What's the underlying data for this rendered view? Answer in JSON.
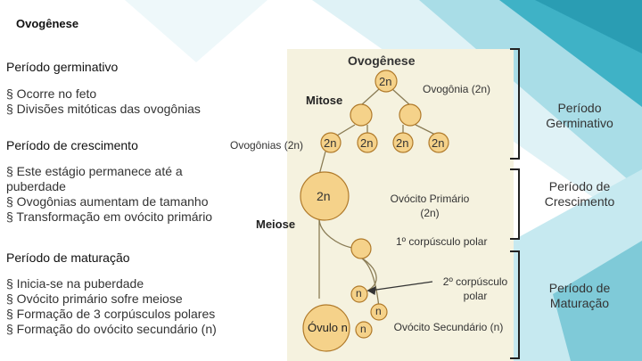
{
  "slide_title": "Ovogênese",
  "sections": {
    "germinativo": {
      "heading": "Período germinativo",
      "bullets": [
        "§ Ocorre no feto",
        "§ Divisões mitóticas das ovogônias"
      ]
    },
    "crescimento": {
      "heading": "Período de crescimento",
      "bullets": [
        "§ Este estágio permanece até a puberdade",
        "§ Ovogônias aumentam de tamanho",
        "§ Transformação em ovócito primário"
      ]
    },
    "maturacao": {
      "heading": "Período de maturação",
      "bullets": [
        "§ Inicia-se na puberdade",
        "§ Ovócito primário sofre meiose",
        "§ Formação de 3 corpúsculos polares",
        "§ Formação do ovócito secundário (n)"
      ]
    }
  },
  "diagram": {
    "title": "Ovogênese",
    "mitose": "Mitose",
    "meiose": "Meiose",
    "ovogonia": "Ovogônia (2n)",
    "ovogonias": "Ovogônias (2n)",
    "ovocito_primario": "Ovócito Primário (2n)",
    "primeiro_corpusculo": "1º corpúsculo polar",
    "segundo_corpusculo": "2º corpúsculo polar",
    "ovocito_secundario": "Ovócito Secundário (n)",
    "cell_2n": "2n",
    "cell_n": "n",
    "ovulo": "Óvulo n"
  },
  "periods": {
    "germinativo": "Período Germinativo",
    "crescimento": "Período de Crescimento",
    "maturacao": "Período de Maturação"
  },
  "colors": {
    "teal": "#3fb2c6",
    "light_teal": "#a9dde7",
    "pale": "#dff2f6",
    "figure_bg": "#f5f2df",
    "cell": "#f5d28a"
  }
}
